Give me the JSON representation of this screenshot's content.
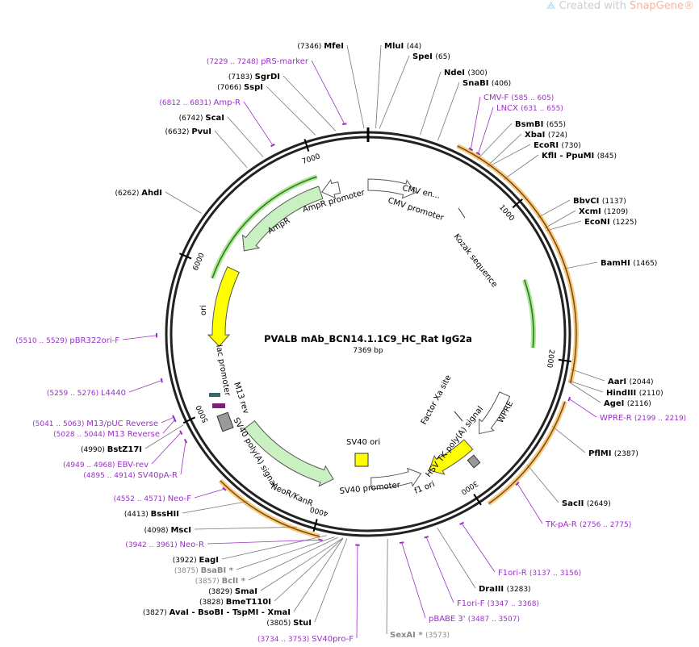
{
  "watermark": {
    "prefix": "Created with ",
    "brand": "SnapGene",
    "mark": "®"
  },
  "plasmid": {
    "name": "PVALB mAb_BCN14.1.1C9_HC_Rat IgG2a",
    "length_label": "7369 bp",
    "length": 7369
  },
  "colors": {
    "enzyme": "#000000",
    "primer": "#9b30c8",
    "orange": "#f0a020",
    "green_feature": "#c8f0c0",
    "yellow": "#ffff00"
  },
  "ticks": [
    {
      "bp": 1000,
      "label": "1000"
    },
    {
      "bp": 2000,
      "label": "2000"
    },
    {
      "bp": 3000,
      "label": "3000"
    },
    {
      "bp": 4000,
      "label": "4000"
    },
    {
      "bp": 5000,
      "label": "5000"
    },
    {
      "bp": 6000,
      "label": "6000"
    },
    {
      "bp": 7000,
      "label": "7000"
    }
  ],
  "enzymes": [
    {
      "name": "MfeI",
      "pos": "(7346)",
      "bp": 7346,
      "side": "left"
    },
    {
      "name": "MluI",
      "pos": "(44)",
      "bp": 44,
      "side": "right"
    },
    {
      "name": "SpeI",
      "pos": "(65)",
      "bp": 65,
      "side": "right"
    },
    {
      "name": "NdeI",
      "pos": "(300)",
      "bp": 300,
      "side": "right"
    },
    {
      "name": "SnaBI",
      "pos": "(406)",
      "bp": 406,
      "side": "right"
    },
    {
      "name": "BsmBI",
      "pos": "(655)",
      "bp": 655,
      "side": "right"
    },
    {
      "name": "XbaI",
      "pos": "(724)",
      "bp": 724,
      "side": "right"
    },
    {
      "name": "EcoRI",
      "pos": "(730)",
      "bp": 730,
      "side": "right"
    },
    {
      "name": "KflI - PpuMI",
      "pos": "(845)",
      "bp": 845,
      "side": "right"
    },
    {
      "name": "BbvCI",
      "pos": "(1137)",
      "bp": 1137,
      "side": "right"
    },
    {
      "name": "XcmI",
      "pos": "(1209)",
      "bp": 1209,
      "side": "right"
    },
    {
      "name": "EcoNI",
      "pos": "(1225)",
      "bp": 1225,
      "side": "right"
    },
    {
      "name": "BamHI",
      "pos": "(1465)",
      "bp": 1465,
      "side": "right"
    },
    {
      "name": "AarI",
      "pos": "(2044)",
      "bp": 2044,
      "side": "right"
    },
    {
      "name": "HindIII",
      "pos": "(2110)",
      "bp": 2110,
      "side": "right"
    },
    {
      "name": "AgeI",
      "pos": "(2116)",
      "bp": 2116,
      "side": "right"
    },
    {
      "name": "PflMI",
      "pos": "(2387)",
      "bp": 2387,
      "side": "right"
    },
    {
      "name": "SacII",
      "pos": "(2649)",
      "bp": 2649,
      "side": "right"
    },
    {
      "name": "DraIII",
      "pos": "(3283)",
      "bp": 3283,
      "side": "right"
    },
    {
      "name": "SexAI *",
      "pos": "(3573)",
      "bp": 3573,
      "side": "right",
      "gray": true
    },
    {
      "name": "StuI",
      "pos": "(3805)",
      "bp": 3805,
      "side": "left"
    },
    {
      "name": "AvaI - BsoBI - TspMI - XmaI",
      "pos": "(3827)",
      "bp": 3827,
      "side": "left"
    },
    {
      "name": "BmeT110I",
      "pos": "(3828)",
      "bp": 3828,
      "side": "left"
    },
    {
      "name": "SmaI",
      "pos": "(3829)",
      "bp": 3829,
      "side": "left"
    },
    {
      "name": "BclI *",
      "pos": "(3857)",
      "bp": 3857,
      "side": "left",
      "gray": true
    },
    {
      "name": "BsaBI *",
      "pos": "(3875)",
      "bp": 3875,
      "side": "left",
      "gray": true
    },
    {
      "name": "EagI",
      "pos": "(3922)",
      "bp": 3922,
      "side": "left"
    },
    {
      "name": "MscI",
      "pos": "(4098)",
      "bp": 4098,
      "side": "left"
    },
    {
      "name": "BssHII",
      "pos": "(4413)",
      "bp": 4413,
      "side": "left"
    },
    {
      "name": "BstZ17I",
      "pos": "(4990)",
      "bp": 4990,
      "side": "left"
    },
    {
      "name": "AhdI",
      "pos": "(6262)",
      "bp": 6262,
      "side": "left"
    },
    {
      "name": "PvuI",
      "pos": "(6632)",
      "bp": 6632,
      "side": "left"
    },
    {
      "name": "ScaI",
      "pos": "(6742)",
      "bp": 6742,
      "side": "left"
    },
    {
      "name": "SspI",
      "pos": "(7066)",
      "bp": 7066,
      "side": "left"
    },
    {
      "name": "SgrDI",
      "pos": "(7183)",
      "bp": 7183,
      "side": "left"
    }
  ],
  "primers": [
    {
      "name": "pRS-marker",
      "range": "(7229 .. 7248)",
      "bp": 7238,
      "side": "left"
    },
    {
      "name": "Amp-R",
      "range": "(6812 .. 6831)",
      "bp": 6821,
      "side": "left"
    },
    {
      "name": "CMV-F",
      "range": "(585 .. 605)",
      "bp": 595,
      "side": "right"
    },
    {
      "name": "LNCX",
      "range": "(631 .. 655)",
      "bp": 643,
      "side": "right"
    },
    {
      "name": "WPRE-R",
      "range": "(2199 .. 2219)",
      "bp": 2209,
      "side": "right"
    },
    {
      "name": "TK-pA-R",
      "range": "(2756 .. 2775)",
      "bp": 2765,
      "side": "right"
    },
    {
      "name": "F1ori-R",
      "range": "(3137 .. 3156)",
      "bp": 3146,
      "side": "right"
    },
    {
      "name": "F1ori-F",
      "range": "(3347 .. 3368)",
      "bp": 3357,
      "side": "right"
    },
    {
      "name": "pBABE 3'",
      "range": "(3487 .. 3507)",
      "bp": 3497,
      "side": "right"
    },
    {
      "name": "SV40pro-F",
      "range": "(3734 .. 3753)",
      "bp": 3743,
      "side": "left"
    },
    {
      "name": "Neo-R",
      "range": "(3942 .. 3961)",
      "bp": 3951,
      "side": "left"
    },
    {
      "name": "Neo-F",
      "range": "(4552 .. 4571)",
      "bp": 4561,
      "side": "left"
    },
    {
      "name": "SV40pA-R",
      "range": "(4895 .. 4914)",
      "bp": 4904,
      "side": "left"
    },
    {
      "name": "EBV-rev",
      "range": "(4949 .. 4968)",
      "bp": 4958,
      "side": "left"
    },
    {
      "name": "M13 Reverse",
      "range": "(5028 .. 5044)",
      "bp": 5036,
      "side": "left"
    },
    {
      "name": "M13/pUC Reverse",
      "range": "(5041 .. 5063)",
      "bp": 5052,
      "side": "left"
    },
    {
      "name": "L4440",
      "range": "(5259 .. 5276)",
      "bp": 5267,
      "side": "left"
    },
    {
      "name": "pBR322ori-F",
      "range": "(5510 .. 5529)",
      "bp": 5519,
      "side": "left"
    }
  ],
  "features": [
    {
      "name": "CMV en...",
      "kind": "white-arrow"
    },
    {
      "name": "CMV promoter",
      "kind": "label"
    },
    {
      "name": "Kozak sequence",
      "kind": "label"
    },
    {
      "name": "Factor Xa site",
      "kind": "label"
    },
    {
      "name": "WPRE",
      "kind": "white-arrow"
    },
    {
      "name": "HSV TK poly(A) signal",
      "kind": "label"
    },
    {
      "name": "f1 ori",
      "kind": "yellow-arrow"
    },
    {
      "name": "SV40 promoter",
      "kind": "white-arrow"
    },
    {
      "name": "SV40 ori",
      "kind": "label"
    },
    {
      "name": "NeoR/KanR",
      "kind": "green-arrow"
    },
    {
      "name": "SV40 poly(A) signal",
      "kind": "label"
    },
    {
      "name": "M13 rev",
      "kind": "label"
    },
    {
      "name": "lac promoter",
      "kind": "label"
    },
    {
      "name": "ori",
      "kind": "yellow-arrow"
    },
    {
      "name": "AmpR",
      "kind": "green-arrow"
    },
    {
      "name": "AmpR promoter",
      "kind": "white-arrow"
    }
  ]
}
